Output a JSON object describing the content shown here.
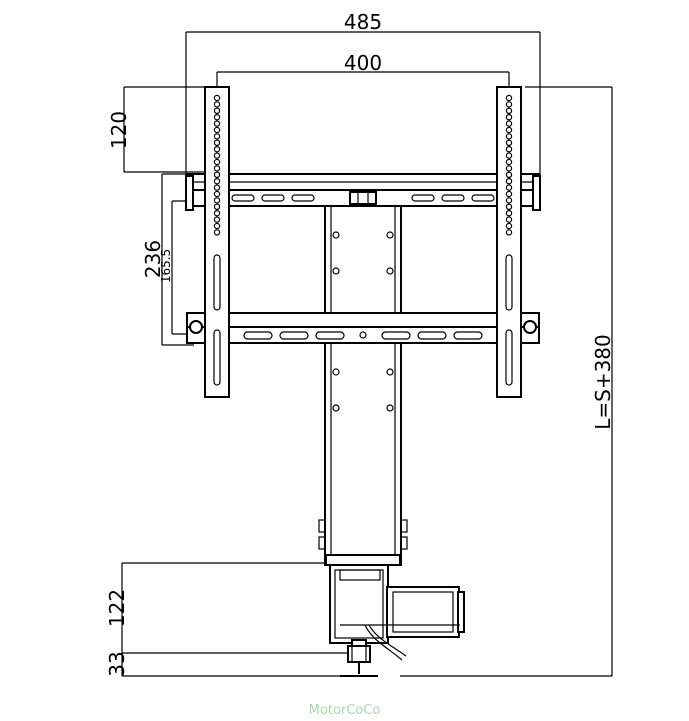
{
  "dimensions": {
    "overall_width": "485",
    "vesa_width": "400",
    "vesa_offset": "120",
    "bracket_height": "236",
    "bracket_sub": "165.5",
    "motor_height": "122",
    "foot_height": "33",
    "travel": "L=S+380"
  },
  "watermark": "MotorCoCo"
}
